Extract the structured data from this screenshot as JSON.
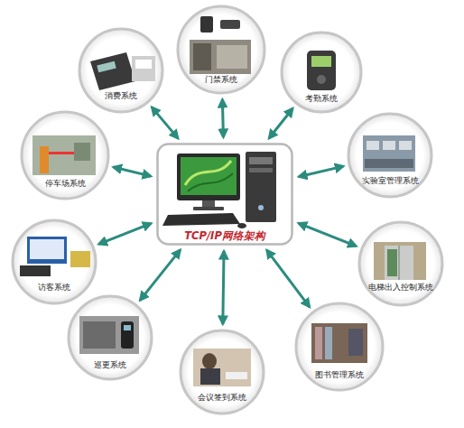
{
  "diagram": {
    "nodes": [
      {
        "text": [
          "TCP/IP网络架构"
        ]
      },
      {
        "text": [
          "门禁系统"
        ]
      },
      {
        "text": [
          "考勤系统"
        ]
      },
      {
        "text": [
          "实验室管理系统"
        ]
      },
      {
        "text": [
          "电梯出入控制系统"
        ]
      },
      {
        "text": [
          "图书管理系统"
        ]
      },
      {
        "text": [
          "会议签到系统"
        ]
      },
      {
        "text": [
          "巡更系统"
        ]
      },
      {
        "text": [
          "访客系统"
        ]
      },
      {
        "text": [
          "停车场系统"
        ]
      },
      {
        "text": [
          "消费系统"
        ]
      }
    ],
    "edges": [
      {
        "from": 0,
        "to": 1,
        "arrow": "both"
      },
      {
        "from": 0,
        "to": 2,
        "arrow": "both"
      },
      {
        "from": 0,
        "to": 3,
        "arrow": "both"
      },
      {
        "from": 0,
        "to": 4,
        "arrow": "both"
      },
      {
        "from": 0,
        "to": 5,
        "arrow": "both"
      },
      {
        "from": 0,
        "to": 6,
        "arrow": "both"
      },
      {
        "from": 0,
        "to": 7,
        "arrow": "both"
      },
      {
        "from": 0,
        "to": 8,
        "arrow": "both"
      },
      {
        "from": 0,
        "to": 9,
        "arrow": "both"
      },
      {
        "from": 0,
        "to": 10,
        "arrow": "both"
      }
    ]
  }
}
